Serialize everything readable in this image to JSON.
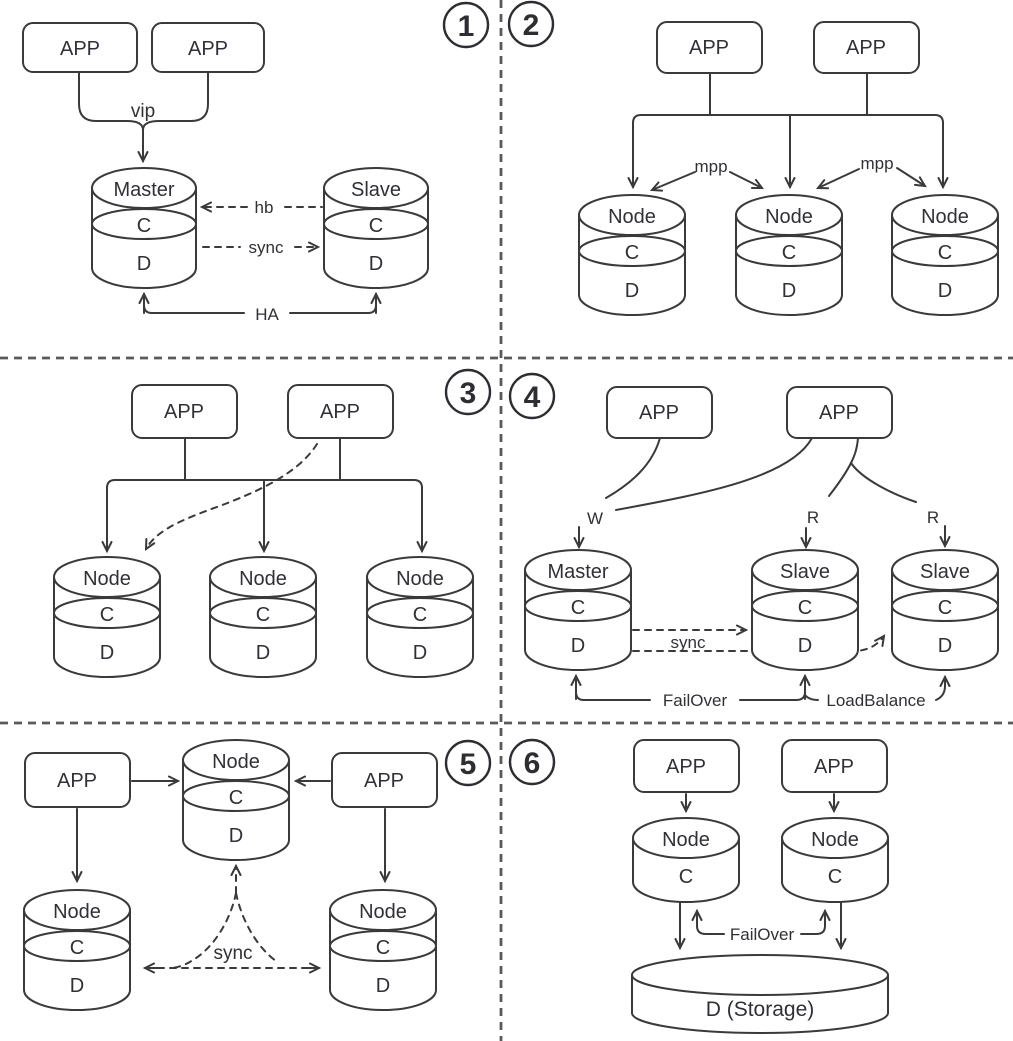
{
  "colors": {
    "line": "#3a3a3a",
    "text": "#303036",
    "divider": "#5a5a5a",
    "badge": "#2d2d32",
    "background": "#ffffff"
  },
  "panels": {
    "p1": {
      "badge": "1",
      "app1": "APP",
      "app2": "APP",
      "master": {
        "name": "Master",
        "cache": "C",
        "data": "D"
      },
      "slave": {
        "name": "Slave",
        "cache": "C",
        "data": "D"
      },
      "labels": {
        "vip": "vip",
        "hb": "hb",
        "sync": "sync",
        "ha": "HA"
      }
    },
    "p2": {
      "badge": "2",
      "app1": "APP",
      "app2": "APP",
      "node1": {
        "name": "Node",
        "cache": "C",
        "data": "D"
      },
      "node2": {
        "name": "Node",
        "cache": "C",
        "data": "D"
      },
      "node3": {
        "name": "Node",
        "cache": "C",
        "data": "D"
      },
      "labels": {
        "mpp1": "mpp",
        "mpp2": "mpp"
      }
    },
    "p3": {
      "badge": "3",
      "app1": "APP",
      "app2": "APP",
      "node1": {
        "name": "Node",
        "cache": "C",
        "data": "D"
      },
      "node2": {
        "name": "Node",
        "cache": "C",
        "data": "D"
      },
      "node3": {
        "name": "Node",
        "cache": "C",
        "data": "D"
      }
    },
    "p4": {
      "badge": "4",
      "app1": "APP",
      "app2": "APP",
      "master": {
        "name": "Master",
        "cache": "C",
        "data": "D"
      },
      "slave1": {
        "name": "Slave",
        "cache": "C",
        "data": "D"
      },
      "slave2": {
        "name": "Slave",
        "cache": "C",
        "data": "D"
      },
      "labels": {
        "write": "W",
        "read1": "R",
        "read2": "R",
        "sync": "sync",
        "failover": "FailOver",
        "loadbalance": "LoadBalance"
      }
    },
    "p5": {
      "badge": "5",
      "app1": "APP",
      "app2": "APP",
      "node_top": {
        "name": "Node",
        "cache": "C",
        "data": "D"
      },
      "node_left": {
        "name": "Node",
        "cache": "C",
        "data": "D"
      },
      "node_right": {
        "name": "Node",
        "cache": "C",
        "data": "D"
      },
      "labels": {
        "sync": "sync"
      }
    },
    "p6": {
      "badge": "6",
      "app1": "APP",
      "app2": "APP",
      "node1": {
        "name": "Node",
        "cache": "C"
      },
      "node2": {
        "name": "Node",
        "cache": "C"
      },
      "storage": "D (Storage)",
      "labels": {
        "failover": "FailOver"
      }
    }
  }
}
